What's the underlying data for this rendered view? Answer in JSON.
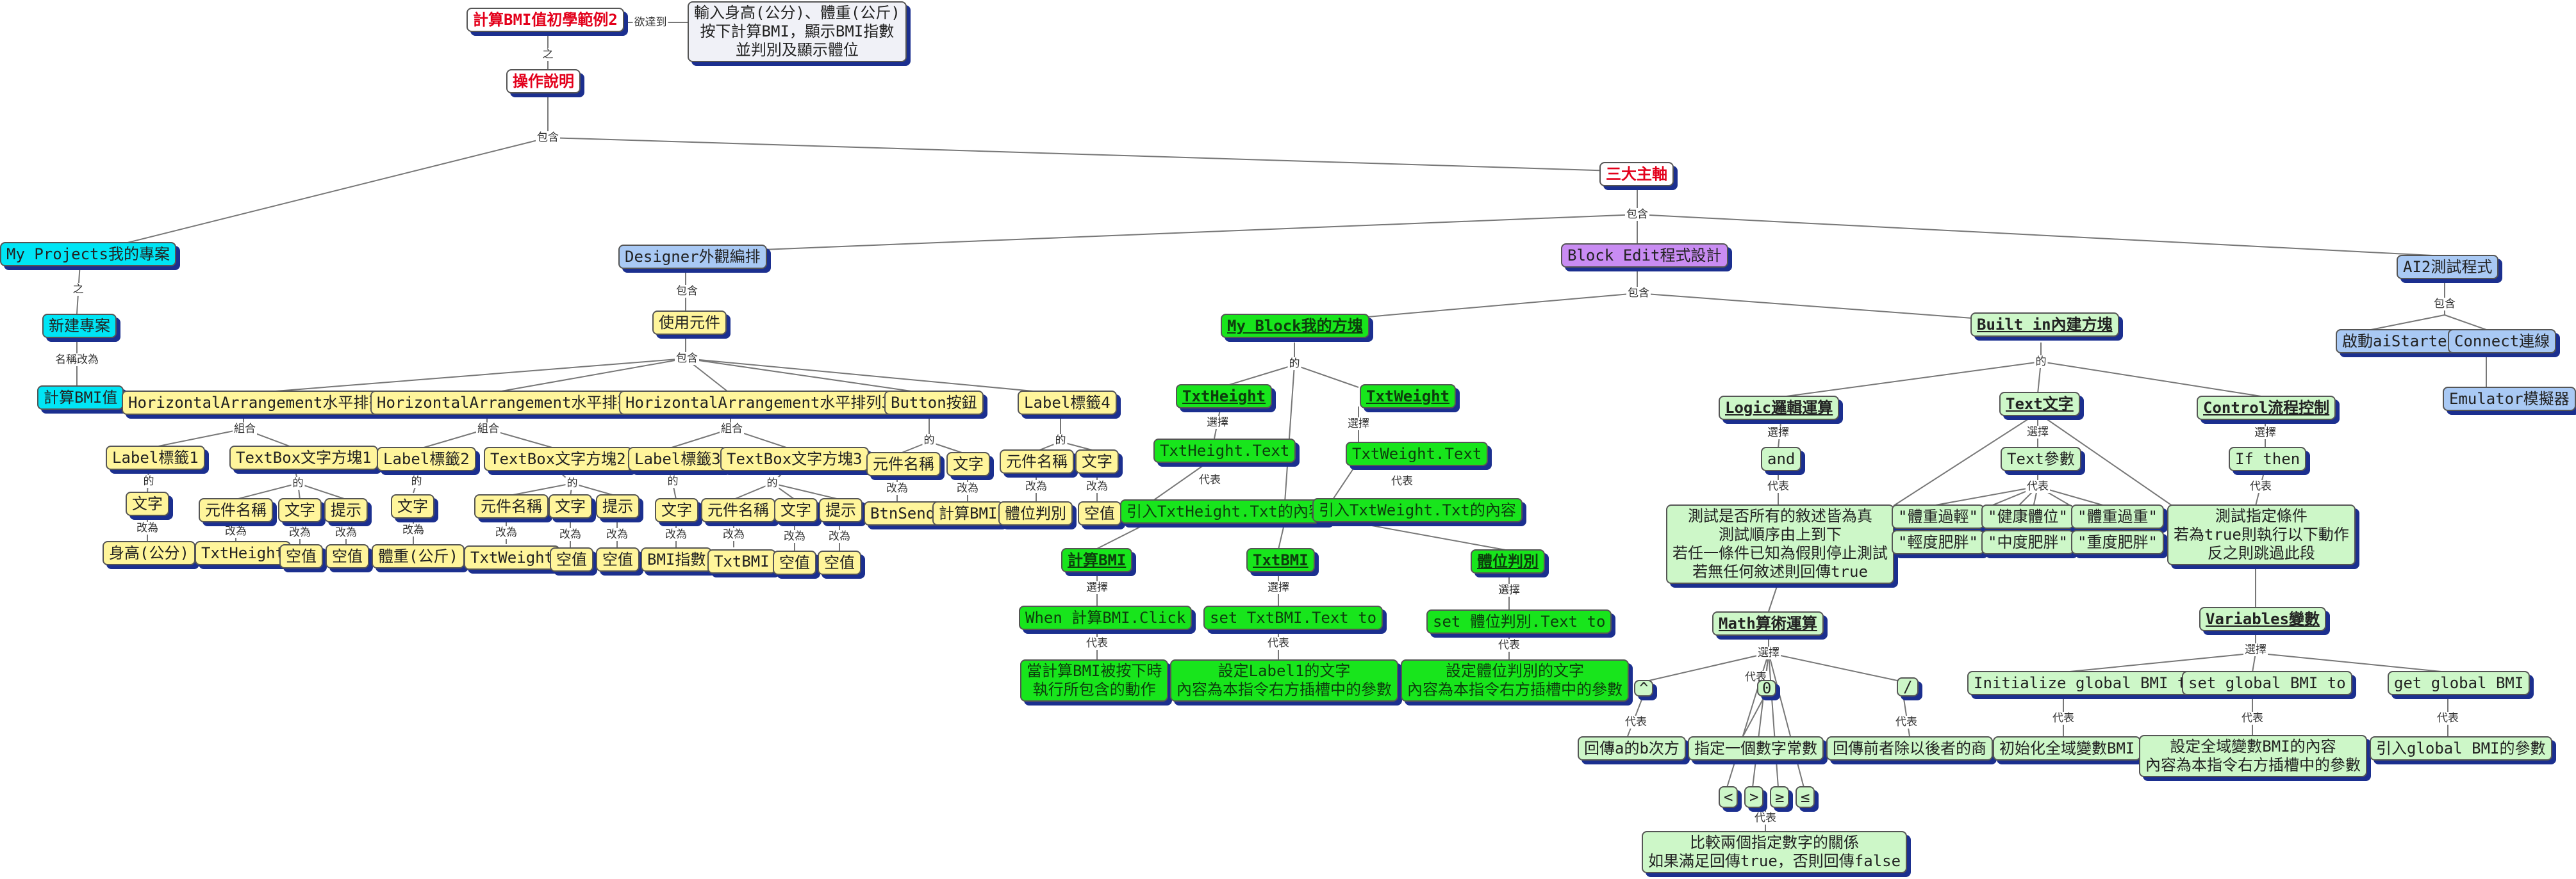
{
  "diagram": {
    "title": "計算BMI值初學範例2",
    "goal_link": "欲達到",
    "goal_text": "輸入身高(公分)、體重(公斤)\n按下計算BMI，顯示BMI指數\n並判別及顯示體位",
    "zhi": "之",
    "instructions": "操作說明",
    "contains": "包含",
    "three_axes": "三大主軸",
    "combine": "組合",
    "of": "的",
    "select": "選擇",
    "represents": "代表",
    "change_to": "改為",
    "name_change": "名稱改為",
    "my_projects": "My Projects我的專案",
    "new_project": "新建專案",
    "bmi_value": "計算BMI值",
    "designer": "Designer外觀編排",
    "use_components": "使用元件",
    "ha1": "HorizontalArrangement水平排列1",
    "ha2": "HorizontalArrangement水平排列2",
    "ha3": "HorizontalArrangement水平排列3",
    "button": "Button按鈕",
    "label4": "Label標籤4",
    "label1": "Label標籤1",
    "textbox1": "TextBox文字方塊1",
    "label2": "Label標籤2",
    "textbox2": "TextBox文字方塊2",
    "label3": "Label標籤3",
    "textbox3": "TextBox文字方塊3",
    "text": "文字",
    "comp_name": "元件名稱",
    "hint": "提示",
    "height_cm": "身高(公分)",
    "txtheight": "TxtHeight",
    "empty": "空值",
    "weight_kg": "體重(公斤)",
    "txtweight": "TxtWeight",
    "bmi_index": "BMI指數",
    "txtbmi": "TxtBMI",
    "btnsend": "BtnSend",
    "calc_bmi": "計算BMI",
    "body_judge": "體位判別",
    "block_edit": "Block Edit程式設計",
    "ai2_test": "AI2測試程式",
    "start_aistarter": "啟動aiStarter",
    "connect": "Connect連線",
    "emulator": "Emulator模擬器",
    "my_block": "My Block我的方塊",
    "builtin": "Built in內建方塊",
    "txtheight_block": "TxtHeight",
    "txtweight_block": "TxtWeight",
    "txtheight_text": "TxtHeight.Text",
    "txtweight_text": "TxtWeight.Text",
    "import_h": "引入TxtHeight.Txt的內容",
    "import_w": "引入TxtWeight.Txt的內容",
    "calc_bmi_block": "計算BMI",
    "txtbmi_block": "TxtBMI",
    "judge_block": "體位判別",
    "when_click": "When 計算BMI.Click",
    "set_txtbmi": "set TxtBMI.Text to",
    "set_judge": "set 體位判別.Text to",
    "click_desc": "當計算BMI被按下時\n執行所包含的動作",
    "label1_desc": "設定Label1的文字\n內容為本指令右方插槽中的參數",
    "judge_desc": "設定體位判別的文字\n內容為本指令右方插槽中的參數",
    "logic": "Logic邏輯運算",
    "text_block": "Text文字",
    "control": "Control流程控制",
    "and": "and",
    "text_param": "Text參數",
    "if_then": "If then",
    "and_desc": "測試是否所有的敘述皆為真\n測試順序由上到下\n若任一條件已知為假則停止測試\n若無任何敘述則回傳true",
    "t_light": "\"體重過輕\"",
    "t_healthy": "\"健康體位\"",
    "t_heavy": "\"體重過重\"",
    "t_mild": "\"輕度肥胖\"",
    "t_mid": "\"中度肥胖\"",
    "t_severe": "\"重度肥胖\"",
    "if_desc": "測試指定條件\n若為true則執行以下動作\n反之則跳過此段",
    "math": "Math算術運算",
    "variables": "Variables變數",
    "op_pow": "^",
    "op_num": "0",
    "op_div": "/",
    "pow_desc": "回傳a的b次方",
    "num_desc": "指定一個數字常數",
    "div_desc": "回傳前者除以後者的商",
    "op_lt": "<",
    "op_gt": ">",
    "op_ge": "≥",
    "op_le": "≤",
    "cmp_desc": "比較兩個指定數字的關係\n如果滿足回傳true，否則回傳false",
    "init_global": "Initialize global BMI to",
    "set_global": "set global BMI to",
    "get_global": "get global BMI",
    "init_desc": "初始化全域變數BMI",
    "set_desc": "設定全域變數BMI的內容\n內容為本指令右方插槽中的參數",
    "get_desc": "引入global BMI的參數"
  }
}
